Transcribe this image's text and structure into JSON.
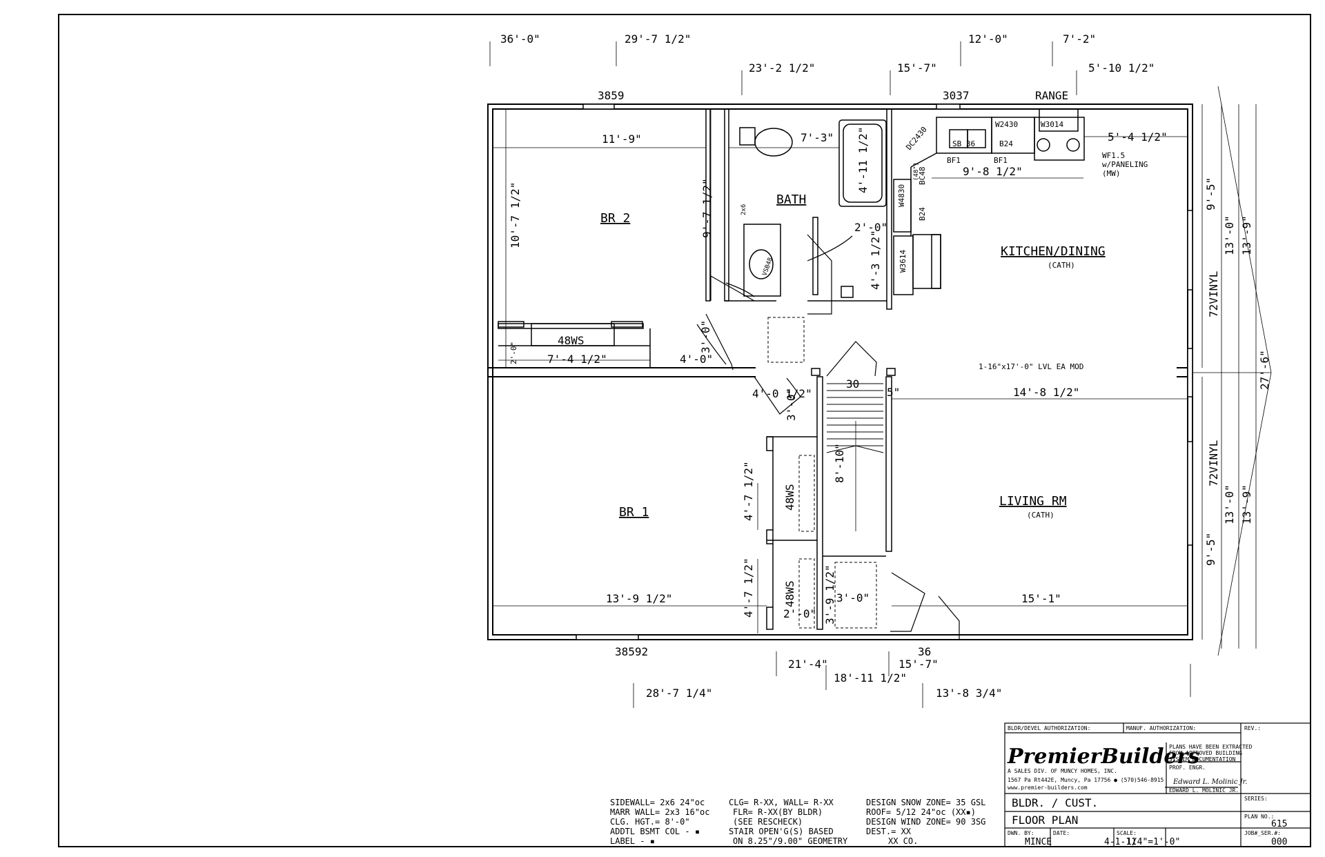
{
  "plan": {
    "dims_top": [
      "36'-0\"",
      "29'-7 1/2\"",
      "23'-2 1/2\"",
      "15'-7\"",
      "12'-0\"",
      "7'-2\"",
      "5'-10 1/2\""
    ],
    "dims_bottom": [
      "21'-4\"",
      "18'-11 1/2\"",
      "15'-7\"",
      "28'-7 1/4\"",
      "13'-8 3/4\""
    ],
    "dims_right": [
      "9'-5\"",
      "13'-0\"",
      "13'-9\"",
      "27'-6\"",
      "9'-5\"",
      "13'-0\"",
      "13'-9\""
    ],
    "windows": [
      "3859",
      "3037",
      "38592"
    ],
    "door_36": "36",
    "vinyl": [
      "72VINYL",
      "72VINYL"
    ],
    "rooms": {
      "br2": "BR 2",
      "bath": "BATH",
      "kitchen": "KITCHEN/DINING",
      "kitchen_sub": "(CATH)",
      "br1": "BR 1",
      "living": "LIVING RM",
      "living_sub": "(CATH)"
    },
    "interior_dims": {
      "br2_w": "11'-9\"",
      "br2_h": "10'-7 1/2\"",
      "br2_h2": "9'-7 1/2\"",
      "bath_w": "7'-3\"",
      "tub": "4'-11 1/2\"",
      "bath_door": "2'-0\"",
      "hall": "4'-3 1/2\"",
      "k_w": "9'-8 1/2\"",
      "k_right": "5'-4 1/2\"",
      "closet_w": "7'-4 1/2\"",
      "closet_h": "2'-0\"",
      "hall_w": "4'-0\"",
      "hall_w2": "4'-0 1/2\"",
      "lr_w": "14'-8 1/2\"",
      "stair_h": "8'-10\"",
      "br1_closet_h1": "4'-7 1/2\"",
      "br1_closet_h2": "4'-7 1/2\"",
      "br1_w": "13'-9 1/2\"",
      "lr_w2": "15'-1\"",
      "cl_w": "2'-0\"",
      "cl_h": "3'-9 1/2\"",
      "cl2_w": "3'-0\"",
      "d1": "3'-0\"",
      "d2": "3'-0\"",
      "five": "5\"",
      "thirty": "30",
      "lvl": "1-16\"x17'-0\" LVL EA MOD"
    },
    "labels": {
      "range": "RANGE",
      "w2430": "W2430",
      "w3014": "W3014",
      "dc2430": "DC2430",
      "sb36": "SB 36",
      "b24a": "B24",
      "bf1a": "BF1",
      "bf1b": "BF1",
      "wf15": "WF1.5",
      "paneling": "w/PANELING",
      "mw": "(MW)",
      "w4830": "W4830",
      "bc48": "BC48",
      "b48": "(48\")",
      "b24b": "B24",
      "w3614": "W3614",
      "vsb48": "VSB48",
      "twobysix": "2x6",
      "ws48a": "48WS",
      "ws48b": "48WS",
      "ws48c": "48WS"
    },
    "notes": {
      "col1": [
        "SIDEWALL=  2x6 24\"oc",
        "MARR WALL= 2x3 16\"oc",
        "CLG. HGT.=  8'-0\"",
        "ADDTL BSMT COL - ▪",
        "LABEL - ▪"
      ],
      "col2": [
        "CLG= R-XX, WALL= R-XX",
        "FLR= R-XX(BY BLDR)",
        "(SEE RESCHECK)",
        "STAIR OPEN'G(S) BASED",
        "ON 8.25\"/9.00\" GEOMETRY"
      ],
      "col3": [
        "DESIGN SNOW ZONE= 35 GSL",
        "ROOF= 5/12 24\"oc (XX▪)",
        "DESIGN WIND ZONE= 90 3SG",
        "DEST.= XX",
        "XX CO."
      ]
    },
    "title_block": {
      "bldr_auth": "BLDR/DEVEL AUTHORIZATION:",
      "manuf_auth": "MANUF. AUTHORIZATION:",
      "rev": "REV.:",
      "brand": "PremierBuilders",
      "brand_sub": "A SALES DIV. OF MUNCY HOMES, INC.",
      "address": "1567 Pa Rt442E, Muncy, Pa 17756 ● (570)546-8915",
      "web": "www.premier-builders.com",
      "extracted": [
        "PLANS HAVE BEEN EXTRACTED",
        "FROM APPROVED BUILDING",
        "SYSTEM DOCUMENTATION"
      ],
      "prof_engr": "PROF. ENGR.",
      "signature": "Edward L. Molinic Jr.",
      "engr_name": "EDWARD L. MOLINIC JR.",
      "series_label": "SERIES:",
      "customer": "BLDR. / CUST.",
      "plan_title": "FLOOR PLAN",
      "plan_no_label": "PLAN NO.:",
      "plan_no": "615",
      "dwn_label": "DWN. BY:",
      "dwn": "MINCE",
      "date_label": "DATE:",
      "date": "4-1-11",
      "scale_label": "SCALE:",
      "scale": "1/4\"=1'-0\"",
      "job_label": "JOB#_SER.#:",
      "job": "000"
    }
  }
}
